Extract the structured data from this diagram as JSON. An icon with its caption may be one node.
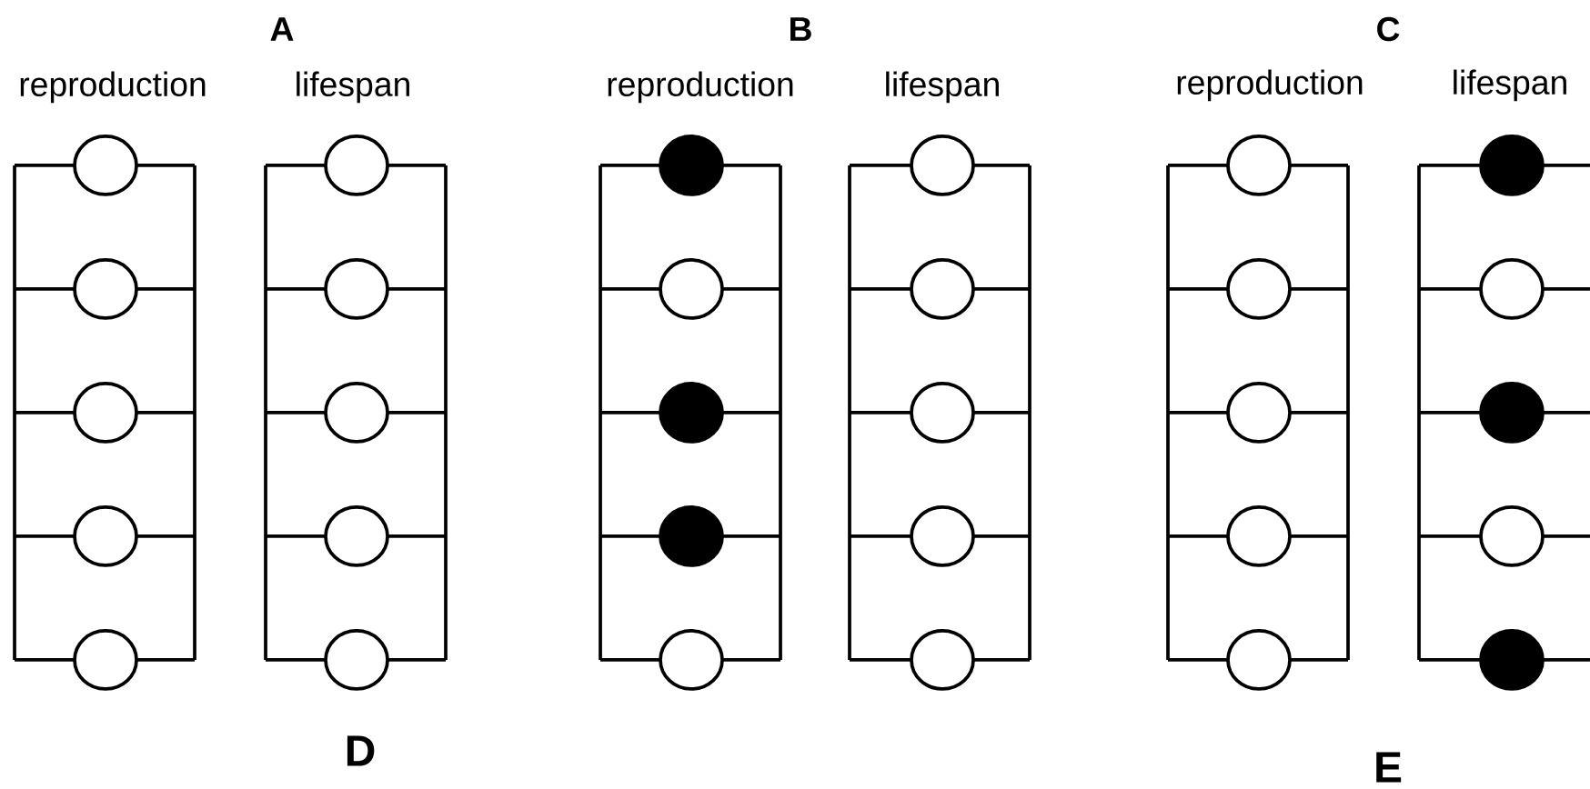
{
  "diagram": {
    "nodes": [
      {
        "text": [],
        "shape": "circle"
      },
      {
        "text": [],
        "shape": "circle"
      },
      {
        "text": [],
        "shape": "circle"
      },
      {
        "text": [],
        "shape": "circle"
      },
      {
        "text": [],
        "shape": "circle"
      },
      {
        "text": [],
        "shape": "circle"
      },
      {
        "text": [],
        "shape": "circle"
      },
      {
        "text": [],
        "shape": "circle"
      },
      {
        "text": [],
        "shape": "circle"
      },
      {
        "text": [],
        "shape": "circle"
      },
      {
        "text": [],
        "shape": "dot"
      },
      {
        "text": [],
        "shape": "circle"
      },
      {
        "text": [],
        "shape": "dot"
      },
      {
        "text": [],
        "shape": "dot"
      },
      {
        "text": [],
        "shape": "circle"
      },
      {
        "text": [],
        "shape": "circle"
      },
      {
        "text": [],
        "shape": "circle"
      },
      {
        "text": [],
        "shape": "circle"
      },
      {
        "text": [],
        "shape": "circle"
      },
      {
        "text": [],
        "shape": "circle"
      },
      {
        "text": [],
        "shape": "circle"
      },
      {
        "text": [],
        "shape": "circle"
      },
      {
        "text": [],
        "shape": "circle"
      },
      {
        "text": [],
        "shape": "circle"
      },
      {
        "text": [],
        "shape": "circle"
      },
      {
        "text": [],
        "shape": "dot"
      },
      {
        "text": [],
        "shape": "circle"
      },
      {
        "text": [],
        "shape": "dot"
      },
      {
        "text": [],
        "shape": "circle"
      },
      {
        "text": [],
        "shape": "dot"
      }
    ],
    "labels": [
      "A",
      "B",
      "C",
      "reproduction",
      "lifespan",
      "reproduction",
      "lifespan",
      "reproduction",
      "lifespan",
      "D",
      "E"
    ]
  }
}
